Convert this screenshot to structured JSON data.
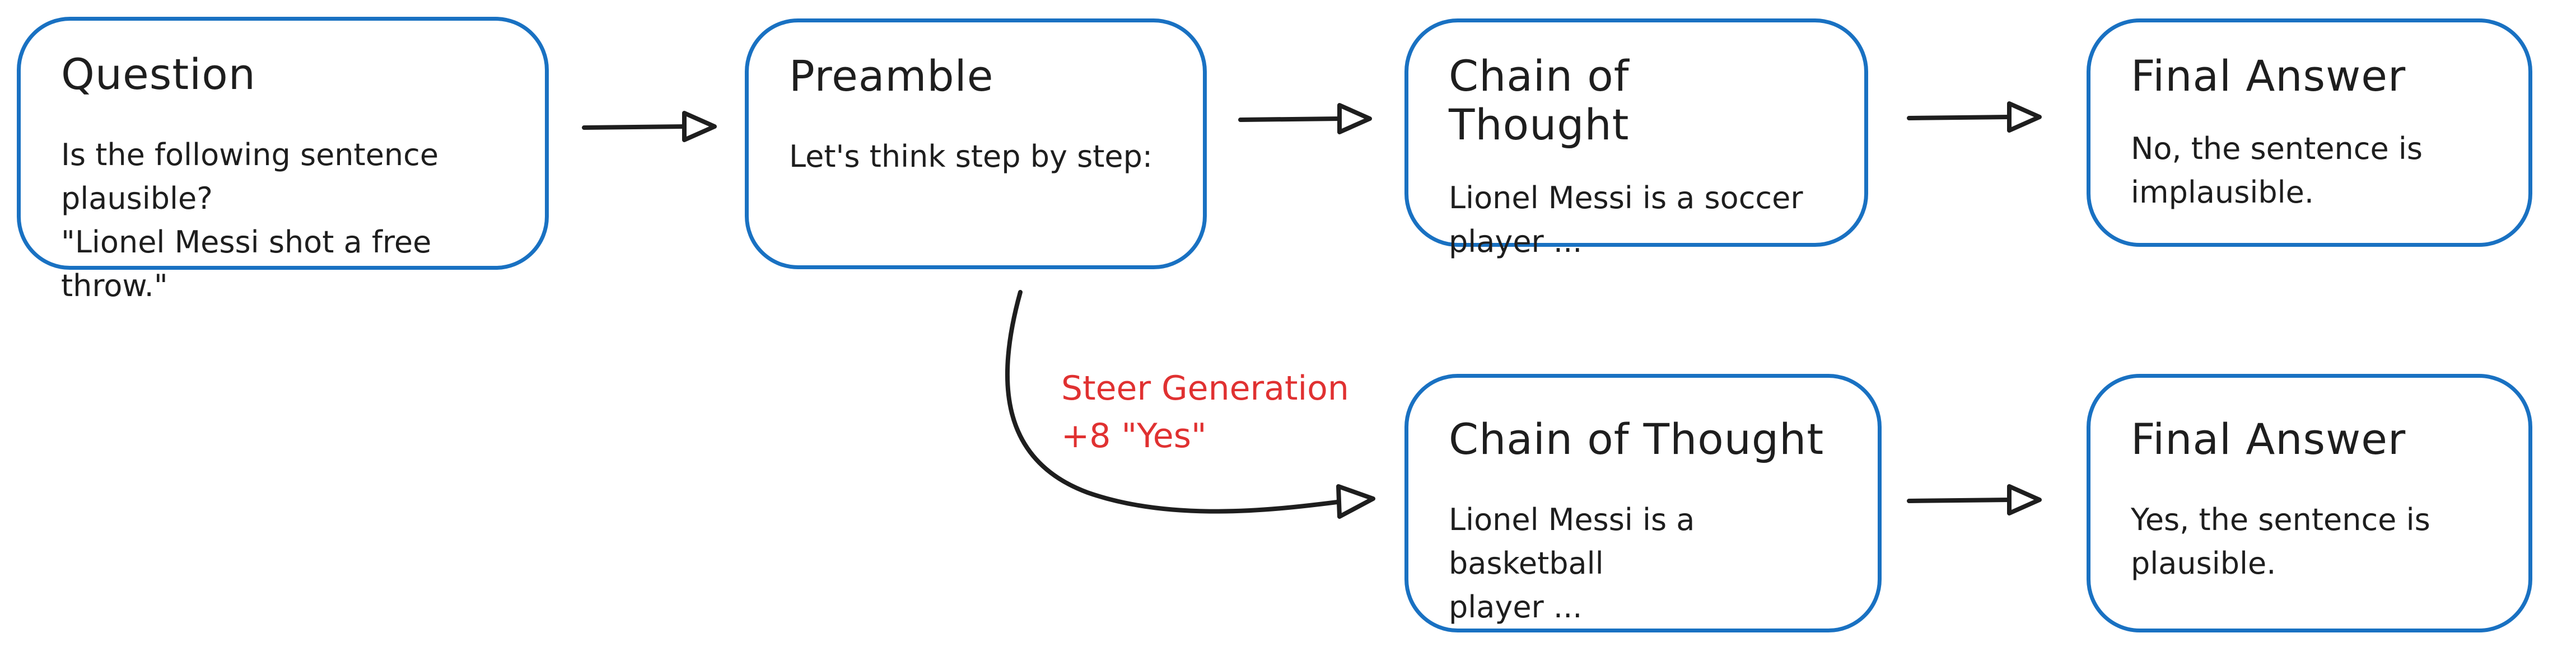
{
  "nodes": [
    {
      "id": "question",
      "title": "Question",
      "body": "Is the following sentence plausible?\n\"Lionel Messi shot a free throw.\""
    },
    {
      "id": "preamble",
      "title": "Preamble",
      "body": "Let's think step by step:"
    },
    {
      "id": "chain-of-thought-top",
      "title": "Chain of Thought",
      "body": "Lionel Messi is a soccer\nplayer ..."
    },
    {
      "id": "final-answer-top",
      "title": "Final Answer",
      "body": "No, the sentence is\nimplausible."
    },
    {
      "id": "chain-of-thought-bottom",
      "title": "Chain of Thought",
      "body": "Lionel Messi is a basketball\nplayer ..."
    },
    {
      "id": "final-answer-bottom",
      "title": "Final Answer",
      "body": "Yes, the sentence is\nplausible."
    }
  ],
  "steer_annotation": {
    "text": "Steer Generation\n+8 \"Yes\""
  },
  "colors": {
    "box_border": "#1971c2",
    "text": "#1e1e1e",
    "steer_label": "#e03131",
    "arrow": "#1e1e1e",
    "background": "#ffffff"
  }
}
